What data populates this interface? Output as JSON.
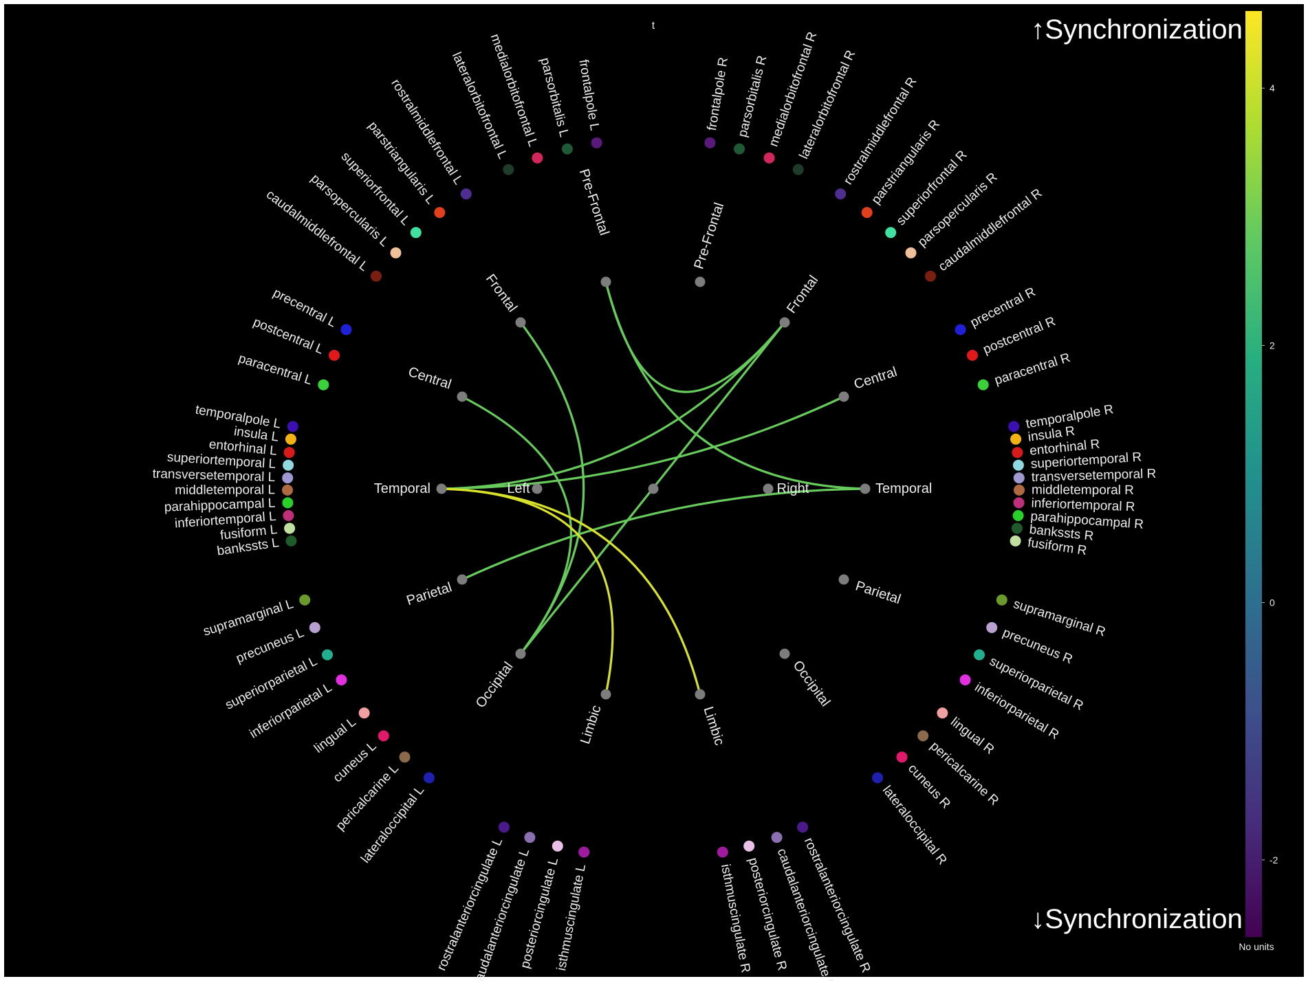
{
  "title": "t",
  "colorbar": {
    "top_label": "↑Synchronization",
    "bottom_label": "↓Synchronization",
    "units_label": "No units",
    "ticks": [
      "4",
      "2",
      "0",
      "-2"
    ],
    "tick_values": [
      4,
      2,
      0,
      -2
    ],
    "range": [
      -2.6,
      4.6
    ]
  },
  "colors": {
    "background": "#000000",
    "hub": "#7d7d7d",
    "label": "#ececec",
    "positive_link": "#8fcf6a",
    "strong_link": "#ecd44a"
  },
  "hubs": [
    {
      "id": "prefrontal-l",
      "label": "Pre-Frontal"
    },
    {
      "id": "prefrontal-r",
      "label": "Pre-Frontal"
    },
    {
      "id": "frontal-l",
      "label": "Frontal"
    },
    {
      "id": "frontal-r",
      "label": "Frontal"
    },
    {
      "id": "central-l",
      "label": "Central"
    },
    {
      "id": "central-r",
      "label": "Central"
    },
    {
      "id": "temporal-l",
      "label": "Temporal"
    },
    {
      "id": "temporal-r",
      "label": "Temporal"
    },
    {
      "id": "parietal-l",
      "label": "Parietal"
    },
    {
      "id": "parietal-r",
      "label": "Parietal"
    },
    {
      "id": "occipital-l",
      "label": "Occipital"
    },
    {
      "id": "occipital-r",
      "label": "Occipital"
    },
    {
      "id": "limbic-l",
      "label": "Limbic"
    },
    {
      "id": "limbic-r",
      "label": "Limbic"
    },
    {
      "id": "left",
      "label": "Left"
    },
    {
      "id": "right",
      "label": "Right"
    },
    {
      "id": "center",
      "label": ""
    }
  ],
  "groups": [
    {
      "id": "prefrontal-l",
      "nodes": [
        {
          "label": "frontalpole L",
          "color": "#5a1a7a"
        },
        {
          "label": "parsorbitalis L",
          "color": "#1e5a36"
        },
        {
          "label": "medialorbitofrontal L",
          "color": "#d2275c"
        },
        {
          "label": "lateralorbitofrontal L",
          "color": "#1f3c2a"
        }
      ]
    },
    {
      "id": "prefrontal-r",
      "nodes": [
        {
          "label": "frontalpole R",
          "color": "#5a1a7a"
        },
        {
          "label": "parsorbitalis R",
          "color": "#1e5a36"
        },
        {
          "label": "medialorbitofrontal R",
          "color": "#d2275c"
        },
        {
          "label": "lateralorbitofrontal R",
          "color": "#1f3c2a"
        }
      ]
    },
    {
      "id": "frontal-l",
      "nodes": [
        {
          "label": "rostralmiddlefrontal L",
          "color": "#4e2e90"
        },
        {
          "label": "parstriangularis L",
          "color": "#e2401c"
        },
        {
          "label": "superiorfrontal L",
          "color": "#3fe0a0"
        },
        {
          "label": "parsopercularis L",
          "color": "#efc09a"
        },
        {
          "label": "caudalmiddlefrontal L",
          "color": "#7a1e10"
        }
      ]
    },
    {
      "id": "frontal-r",
      "nodes": [
        {
          "label": "rostralmiddlefrontal R",
          "color": "#4e2e90"
        },
        {
          "label": "parstriangularis R",
          "color": "#e2401c"
        },
        {
          "label": "superiorfrontal R",
          "color": "#3fe0a0"
        },
        {
          "label": "parsopercularis R",
          "color": "#efc09a"
        },
        {
          "label": "caudalmiddlefrontal R",
          "color": "#7a1e10"
        }
      ]
    },
    {
      "id": "central-l",
      "nodes": [
        {
          "label": "precentral L",
          "color": "#2020d8"
        },
        {
          "label": "postcentral L",
          "color": "#e01a1a"
        },
        {
          "label": "paracentral L",
          "color": "#3ad03a"
        }
      ]
    },
    {
      "id": "central-r",
      "nodes": [
        {
          "label": "precentral R",
          "color": "#2020d8"
        },
        {
          "label": "postcentral R",
          "color": "#e01a1a"
        },
        {
          "label": "paracentral R",
          "color": "#3ad03a"
        }
      ]
    },
    {
      "id": "temporal-l",
      "nodes": [
        {
          "label": "temporalpole L",
          "color": "#3a10b0"
        },
        {
          "label": "insula L",
          "color": "#f2b212"
        },
        {
          "label": "entorhinal L",
          "color": "#d81a1a"
        },
        {
          "label": "superiortemporal L",
          "color": "#90d8e0"
        },
        {
          "label": "transversetemporal L",
          "color": "#a098d0"
        },
        {
          "label": "middletemporal L",
          "color": "#b06a40"
        },
        {
          "label": "parahippocampal L",
          "color": "#2ad02a"
        },
        {
          "label": "inferiortemporal L",
          "color": "#c0307a"
        },
        {
          "label": "fusiform L",
          "color": "#c0e0a0"
        },
        {
          "label": "bankssts L",
          "color": "#1e5a2a"
        }
      ]
    },
    {
      "id": "temporal-r",
      "nodes": [
        {
          "label": "temporalpole R",
          "color": "#3a10b0"
        },
        {
          "label": "insula R",
          "color": "#f2b212"
        },
        {
          "label": "entorhinal R",
          "color": "#d81a1a"
        },
        {
          "label": "superiortemporal R",
          "color": "#90d8e0"
        },
        {
          "label": "transversetemporal R",
          "color": "#a098d0"
        },
        {
          "label": "middletemporal R",
          "color": "#b06a40"
        },
        {
          "label": "inferiortemporal R",
          "color": "#c0307a"
        },
        {
          "label": "parahippocampal R",
          "color": "#2ad02a"
        },
        {
          "label": "bankssts R",
          "color": "#1e5a2a"
        },
        {
          "label": "fusiform R",
          "color": "#c0e0a0"
        }
      ]
    },
    {
      "id": "parietal-l",
      "nodes": [
        {
          "label": "supramarginal L",
          "color": "#6a9a2a"
        },
        {
          "label": "precuneus L",
          "color": "#b8a0d0"
        },
        {
          "label": "superiorparietal L",
          "color": "#20b090"
        },
        {
          "label": "inferiorparietal L",
          "color": "#e030e0"
        }
      ]
    },
    {
      "id": "parietal-r",
      "nodes": [
        {
          "label": "supramarginal R",
          "color": "#6a9a2a"
        },
        {
          "label": "precuneus R",
          "color": "#b8a0d0"
        },
        {
          "label": "superiorparietal R",
          "color": "#20b090"
        },
        {
          "label": "inferiorparietal R",
          "color": "#e030e0"
        }
      ]
    },
    {
      "id": "occipital-l",
      "nodes": [
        {
          "label": "lingual L",
          "color": "#f0a0a0"
        },
        {
          "label": "cuneus L",
          "color": "#e01a6a"
        },
        {
          "label": "pericalcarine L",
          "color": "#8a6a4a"
        },
        {
          "label": "lateraloccipital L",
          "color": "#2020b0"
        }
      ]
    },
    {
      "id": "occipital-r",
      "nodes": [
        {
          "label": "lingual R",
          "color": "#f0a0a0"
        },
        {
          "label": "pericalcarine R",
          "color": "#8a6a4a"
        },
        {
          "label": "cuneus R",
          "color": "#e01a6a"
        },
        {
          "label": "lateraloccipital R",
          "color": "#2020b0"
        }
      ]
    },
    {
      "id": "limbic-l",
      "nodes": [
        {
          "label": "rostralanteriorcingulate L",
          "color": "#4a1a8a"
        },
        {
          "label": "caudalanteriorcingulate L",
          "color": "#8a70b0"
        },
        {
          "label": "posteriorcingulate L",
          "color": "#e8c0e8"
        },
        {
          "label": "isthmuscingulate L",
          "color": "#a01aa0"
        }
      ]
    },
    {
      "id": "limbic-r",
      "nodes": [
        {
          "label": "isthmuscingulate R",
          "color": "#a01aa0"
        },
        {
          "label": "posteriorcingulate R",
          "color": "#e8c0e8"
        },
        {
          "label": "caudalanteriorcingulate R",
          "color": "#8a70b0"
        },
        {
          "label": "rostralanteriorcingulate R",
          "color": "#4a1a8a"
        }
      ]
    }
  ],
  "links": [
    {
      "from": "prefrontal-l",
      "to": "frontal-r",
      "value": 2.9
    },
    {
      "from": "prefrontal-l",
      "to": "temporal-r",
      "value": 2.9
    },
    {
      "from": "frontal-l",
      "to": "occipital-l",
      "value": 2.9
    },
    {
      "from": "central-l",
      "to": "occipital-l",
      "value": 2.9
    },
    {
      "from": "temporal-l",
      "to": "frontal-r",
      "value": 2.9
    },
    {
      "from": "temporal-l",
      "to": "central-r",
      "value": 2.9
    },
    {
      "from": "parietal-l",
      "to": "temporal-r",
      "value": 2.9
    },
    {
      "from": "occipital-l",
      "to": "frontal-r",
      "value": 2.9
    },
    {
      "from": "temporal-l",
      "to": "limbic-l",
      "value": 4.2
    },
    {
      "from": "temporal-l",
      "to": "limbic-r",
      "value": 4.2
    }
  ]
}
